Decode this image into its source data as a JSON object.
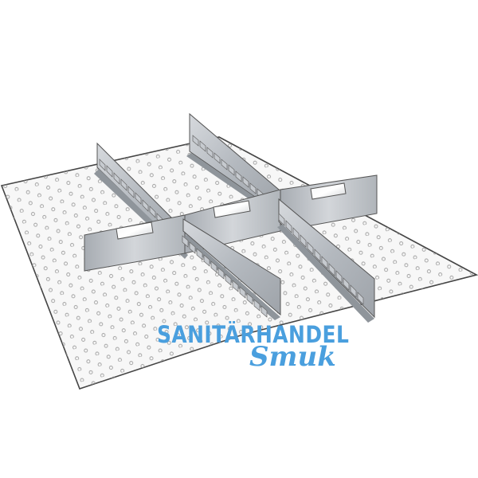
{
  "image": {
    "subject": "drawer divider set with perforated base mat",
    "colors": {
      "background": "#ffffff",
      "mat": "#f7f7f7",
      "outline": "#444444",
      "divider_light": "#c9cdd2",
      "divider_dark": "#9aa0a6",
      "perforation": "#9a9a9a",
      "watermark": "#4a9fde"
    }
  },
  "watermark": {
    "line1": "SANITÄRHANDEL",
    "line2": "Smuk"
  }
}
